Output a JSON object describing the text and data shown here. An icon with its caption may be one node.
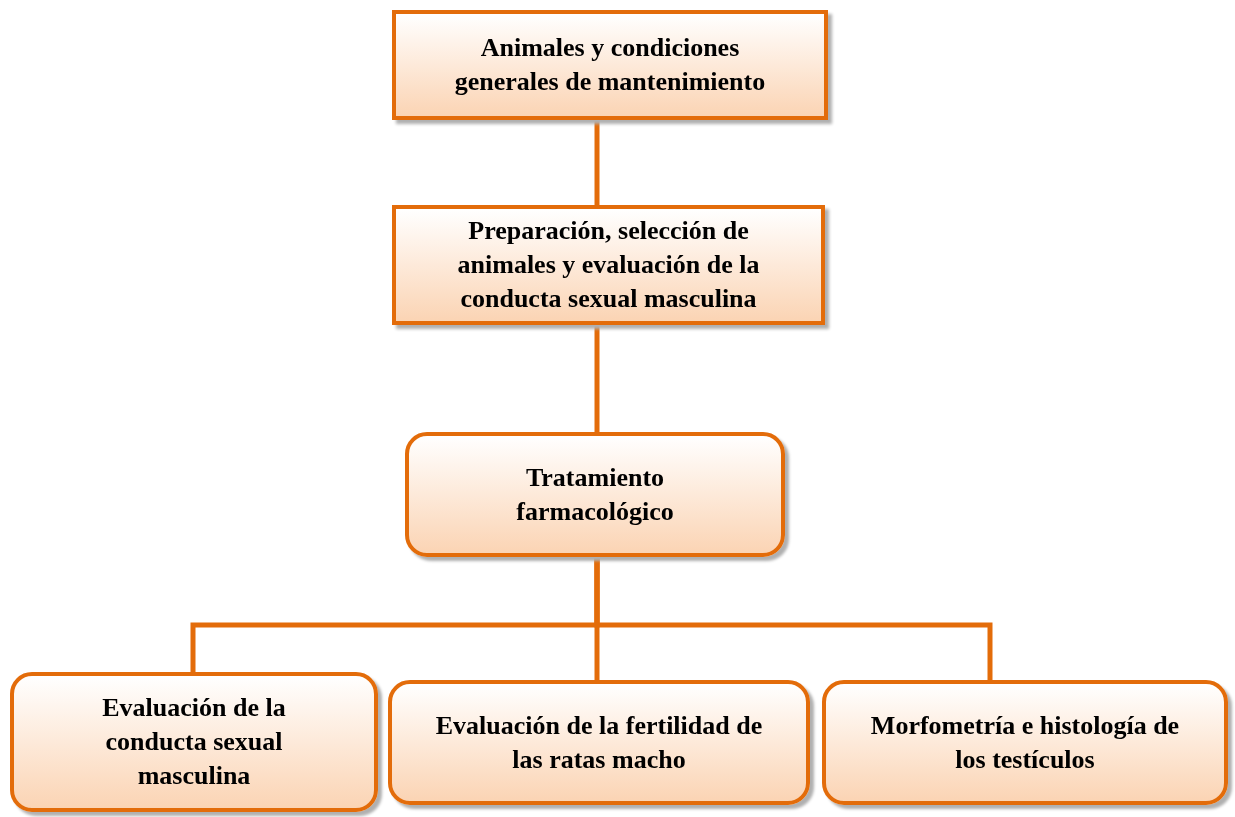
{
  "diagram": {
    "nodes": [
      {
        "text": [
          "Animales y condiciones generales de mantenimiento"
        ]
      },
      {
        "text": [
          "Preparación, selección de animales y evaluación de la conducta sexual masculina"
        ]
      },
      {
        "text": [
          "Tratamiento farmacológico"
        ]
      },
      {
        "text": [
          "Evaluación de la conducta sexual masculina"
        ]
      },
      {
        "text": [
          "Evaluación de la fertilidad de las ratas macho"
        ]
      },
      {
        "text": [
          "Morfometría e histología de los testículos"
        ]
      }
    ],
    "edges": [
      {
        "from": 0,
        "to": 1,
        "arrow": "none"
      },
      {
        "from": 1,
        "to": 2,
        "arrow": "none"
      },
      {
        "from": 2,
        "to": 3,
        "arrow": "none"
      },
      {
        "from": 2,
        "to": 4,
        "arrow": "none"
      },
      {
        "from": 2,
        "to": 5,
        "arrow": "none"
      }
    ]
  }
}
